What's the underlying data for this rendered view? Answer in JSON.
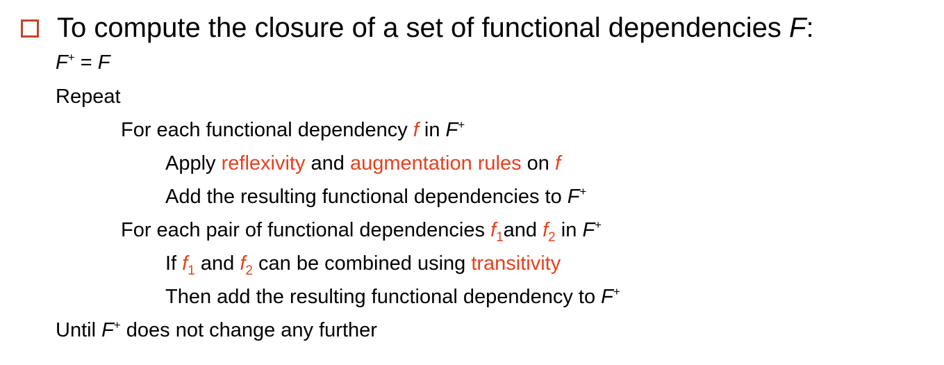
{
  "heading": {
    "bullet_icon": "hollow-square-bullet",
    "bullet_color": "#C0462A",
    "text": "To compute the closure of a set of functional dependencies ",
    "var": "F",
    "suffix": ":"
  },
  "symbols": {
    "F": "F",
    "plus": "+",
    "f": "f",
    "sub1": "1",
    "sub2": "2"
  },
  "colors": {
    "accent": "#E8401C",
    "text": "#000000"
  },
  "algorithm": {
    "init_eq": " = ",
    "repeat": "Repeat",
    "for_each_fd": "For each functional dependency ",
    "in": " in ",
    "apply": "Apply ",
    "reflexivity": "reflexivity",
    "and": " and ",
    "augmentation_rules": "augmentation rules",
    "on": " on ",
    "add_resulting": "Add the resulting functional dependencies to ",
    "for_each_pair": "For each pair of functional dependencies ",
    "and_tight": "and ",
    "if": "If ",
    "can_be_combined": " can be combined using ",
    "transitivity": "transitivity",
    "then_add": "Then add the resulting functional dependency to ",
    "until": "Until ",
    "does_not_change": " does not change any further"
  }
}
